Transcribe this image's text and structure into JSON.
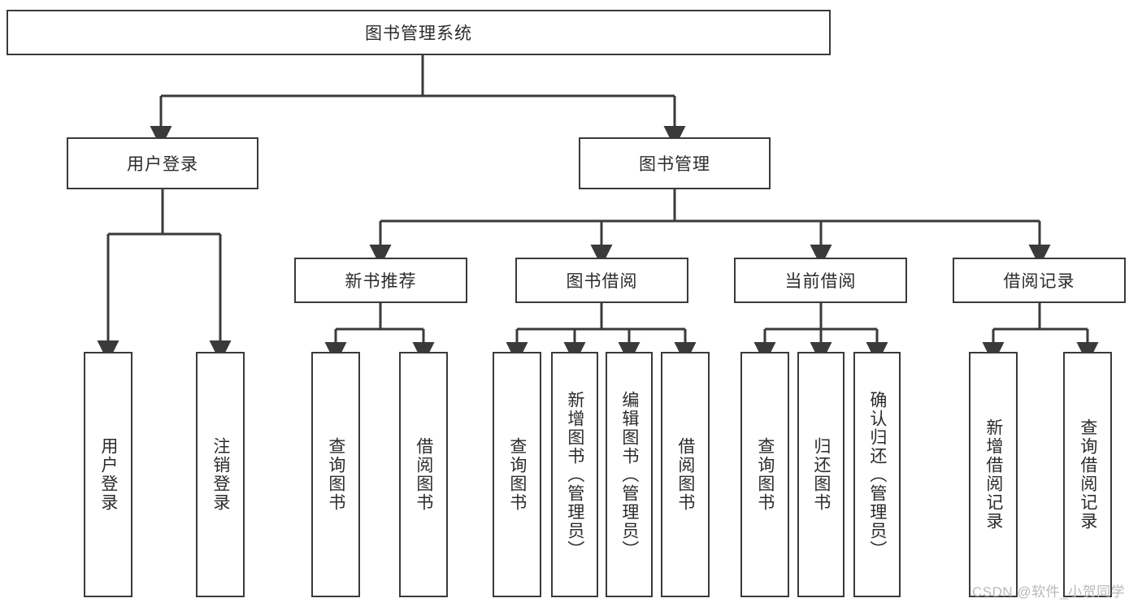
{
  "diagram": {
    "title": "图书管理系统",
    "type": "hierarchy-tree",
    "root": {
      "label": "图书管理系统"
    },
    "level2": [
      {
        "label": "用户登录"
      },
      {
        "label": "图书管理"
      }
    ],
    "level3": [
      {
        "label": "新书推荐"
      },
      {
        "label": "图书借阅"
      },
      {
        "label": "当前借阅"
      },
      {
        "label": "借阅记录"
      }
    ],
    "leaves": {
      "user_login": [
        {
          "label": "用户登录"
        },
        {
          "label": "注销登录"
        }
      ],
      "new_book_recommend": [
        {
          "label": "查询图书"
        },
        {
          "label": "借阅图书"
        }
      ],
      "book_borrow": [
        {
          "label": "查询图书"
        },
        {
          "label": "新增图书（管理员）"
        },
        {
          "label": "编辑图书（管理员）"
        },
        {
          "label": "借阅图书"
        }
      ],
      "current_borrow": [
        {
          "label": "查询图书"
        },
        {
          "label": "归还图书"
        },
        {
          "label": "确认归还（管理员）"
        }
      ],
      "borrow_record": [
        {
          "label": "新增借阅记录"
        },
        {
          "label": "查询借阅记录"
        }
      ]
    }
  },
  "watermark": {
    "text": "CSDN @软件_小贺同学"
  },
  "colors": {
    "stroke": "#3a3a3a",
    "text": "#2b2b2b",
    "background": "#ffffff",
    "watermark": "#b9b9b9"
  }
}
